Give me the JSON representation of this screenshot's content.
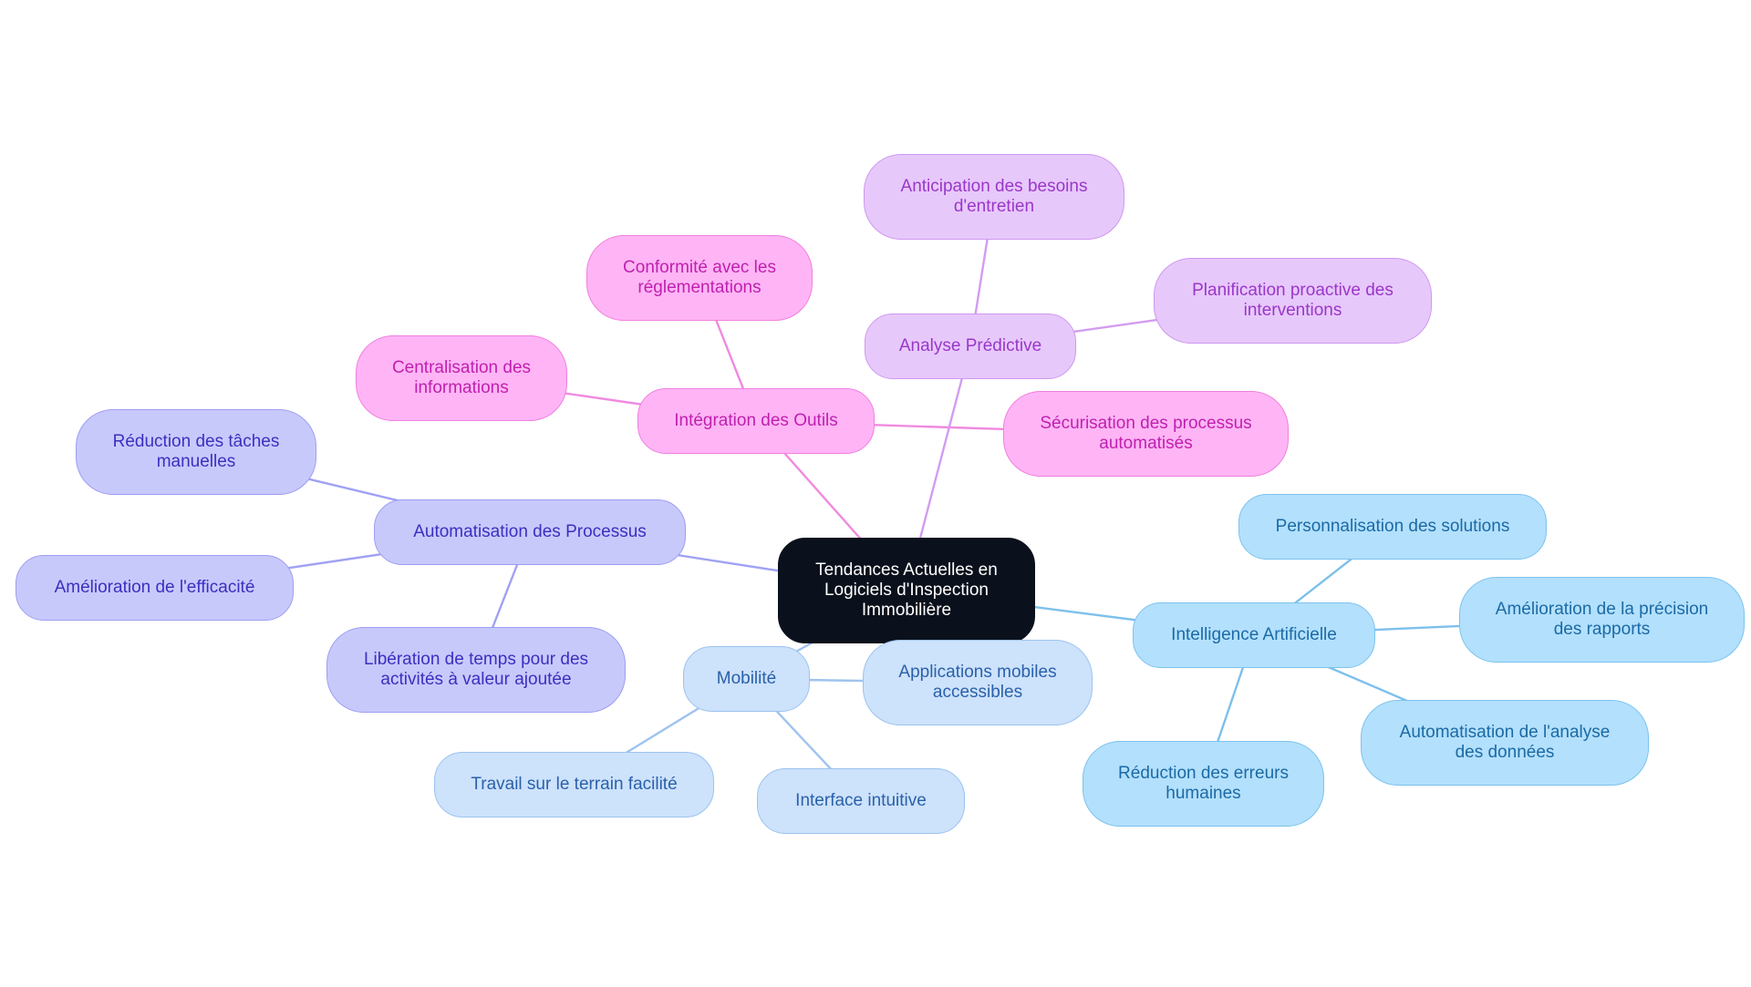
{
  "mindmap": {
    "root": {
      "id": "root",
      "label": "Tendances Actuelles en Logiciels d'Inspection Immobilière",
      "lines": [
        "Tendances Actuelles en",
        "Logiciels d'Inspection",
        "Immobilière"
      ]
    },
    "branches": [
      {
        "id": "automatisation",
        "lines": [
          "Automatisation des Processus"
        ],
        "color": "#a0a1f3",
        "children": [
          {
            "id": "reduction-taches",
            "lines": [
              "Réduction des tâches",
              "manuelles"
            ]
          },
          {
            "id": "amelioration-efficacite",
            "lines": [
              "Amélioration de l'efficacité"
            ]
          },
          {
            "id": "liberation-temps",
            "lines": [
              "Libération de temps pour des",
              "activités à valeur ajoutée"
            ]
          }
        ]
      },
      {
        "id": "integration",
        "lines": [
          "Intégration des Outils"
        ],
        "color": "#f08ae0",
        "children": [
          {
            "id": "conformite",
            "lines": [
              "Conformité avec les",
              "réglementations"
            ]
          },
          {
            "id": "centralisation",
            "lines": [
              "Centralisation des",
              "informations"
            ]
          },
          {
            "id": "securisation",
            "lines": [
              "Sécurisation des processus",
              "automatisés"
            ]
          }
        ]
      },
      {
        "id": "analyse",
        "lines": [
          "Analyse Prédictive"
        ],
        "color": "#d39cf1",
        "children": [
          {
            "id": "anticipation",
            "lines": [
              "Anticipation des besoins",
              "d'entretien"
            ]
          },
          {
            "id": "planification",
            "lines": [
              "Planification proactive des",
              "interventions"
            ]
          }
        ]
      },
      {
        "id": "ia",
        "lines": [
          "Intelligence Artificielle"
        ],
        "color": "#7dc0eb",
        "children": [
          {
            "id": "personnalisation",
            "lines": [
              "Personnalisation des solutions"
            ]
          },
          {
            "id": "precision",
            "lines": [
              "Amélioration de la précision",
              "des rapports"
            ]
          },
          {
            "id": "automatisation-analyse",
            "lines": [
              "Automatisation de l'analyse",
              "des données"
            ]
          },
          {
            "id": "reduction-erreurs",
            "lines": [
              "Réduction des erreurs",
              "humaines"
            ]
          }
        ]
      },
      {
        "id": "mobilite",
        "lines": [
          "Mobilité"
        ],
        "color": "#9fc3ef",
        "children": [
          {
            "id": "applications",
            "lines": [
              "Applications mobiles",
              "accessibles"
            ]
          },
          {
            "id": "interface",
            "lines": [
              "Interface intuitive"
            ]
          },
          {
            "id": "terrain",
            "lines": [
              "Travail sur le terrain facilité"
            ]
          }
        ]
      }
    ]
  }
}
